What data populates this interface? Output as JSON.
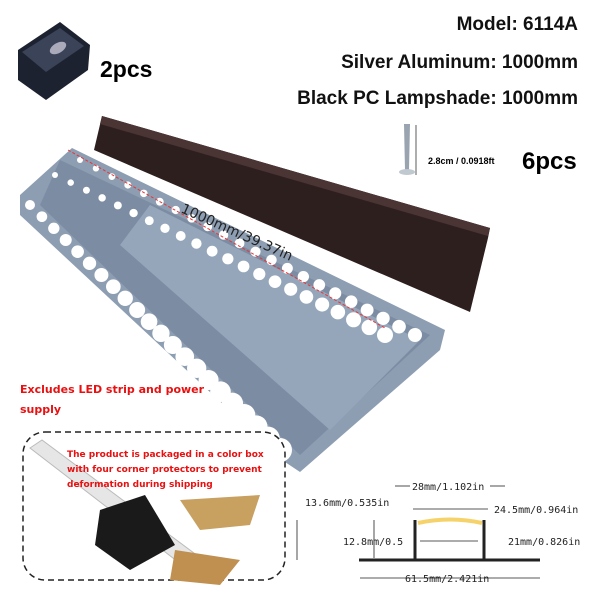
{
  "specs": {
    "model": "Model: 6114A",
    "aluminum": "Silver Aluminum: 1000mm",
    "lampshade": "Black PC Lampshade: 1000mm"
  },
  "end_cap_qty": "2pcs",
  "screw": {
    "size_label": "2.8cm / 0.0918ft",
    "qty": "6pcs"
  },
  "length_label": "1000mm/39.37in",
  "notes": {
    "excludes": [
      "Excludes LED strip and power",
      "supply"
    ],
    "packaging": [
      "The product is packaged in a color box",
      "with four corner protectors to prevent",
      "deformation during shipping"
    ]
  },
  "diagram": {
    "top_width": "28mm/1.102in",
    "total_height": "13.6mm/0.535in",
    "cover_width": "24.5mm/0.964in",
    "channel_height": "12.8mm/0.5",
    "inner_width": "21mm/0.826in",
    "base_width": "61.5mm/2.421in"
  },
  "colors": {
    "aluminum": "#8a9bb0",
    "lampshade": "#2e1f1f",
    "note_red": "#e81010",
    "led_yellow": "#f5d36a"
  }
}
